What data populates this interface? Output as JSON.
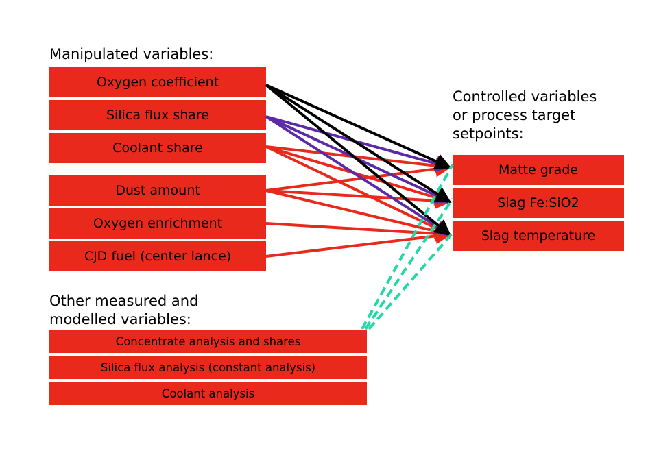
{
  "headings": {
    "manipulated": "Manipulated variables:",
    "controlled_1": "Controlled variables",
    "controlled_2": "or process target",
    "controlled_3": "setpoints:",
    "other_1": "Other measured and",
    "other_2": "modelled variables:"
  },
  "manipulated": [
    "Oxygen coefficient",
    "Silica flux share",
    "Coolant share",
    "Dust amount",
    "Oxygen enrichment",
    "CJD fuel (center lance)"
  ],
  "controlled": [
    "Matte grade",
    "Slag Fe:SiO2",
    "Slag temperature"
  ],
  "other": [
    "Concentrate analysis and shares",
    "Silica flux analysis (constant analysis)",
    "Coolant analysis"
  ],
  "colors": {
    "box": "#e8291b",
    "oxygen_coefficient_arrow": "#000000",
    "silica_flux_arrow": "#5b2aa6",
    "manipulated_arrow": "#e8291b",
    "other_dashed_arrow": "#22d8a6"
  },
  "links": [
    {
      "from": "Oxygen coefficient",
      "to": "Matte grade",
      "style": "black"
    },
    {
      "from": "Oxygen coefficient",
      "to": "Slag Fe:SiO2",
      "style": "black"
    },
    {
      "from": "Oxygen coefficient",
      "to": "Slag temperature",
      "style": "black"
    },
    {
      "from": "Silica flux share",
      "to": "Matte grade",
      "style": "purple"
    },
    {
      "from": "Silica flux share",
      "to": "Slag Fe:SiO2",
      "style": "purple"
    },
    {
      "from": "Silica flux share",
      "to": "Slag temperature",
      "style": "purple"
    },
    {
      "from": "Coolant share",
      "to": "Matte grade",
      "style": "red"
    },
    {
      "from": "Coolant share",
      "to": "Slag Fe:SiO2",
      "style": "red"
    },
    {
      "from": "Coolant share",
      "to": "Slag temperature",
      "style": "red"
    },
    {
      "from": "Dust amount",
      "to": "Matte grade",
      "style": "red"
    },
    {
      "from": "Dust amount",
      "to": "Slag Fe:SiO2",
      "style": "red"
    },
    {
      "from": "Dust amount",
      "to": "Slag temperature",
      "style": "red"
    },
    {
      "from": "Oxygen enrichment",
      "to": "Slag temperature",
      "style": "red"
    },
    {
      "from": "CJD fuel (center lance)",
      "to": "Slag temperature",
      "style": "red"
    },
    {
      "from": "Other measured and modelled variables",
      "to": "Matte grade",
      "style": "dashed"
    },
    {
      "from": "Other measured and modelled variables",
      "to": "Slag Fe:SiO2",
      "style": "dashed"
    },
    {
      "from": "Other measured and modelled variables",
      "to": "Slag temperature",
      "style": "dashed"
    }
  ]
}
